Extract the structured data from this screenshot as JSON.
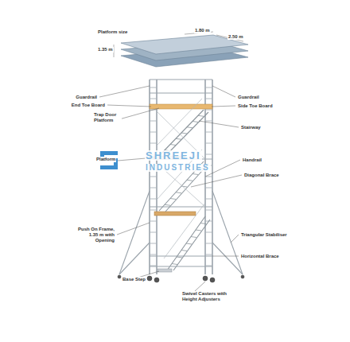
{
  "diagram": {
    "labels": [
      "Platform size",
      "1.80 m",
      "2.50 m",
      "1.35 m",
      "Guardrail",
      "End Toe Board",
      "Trap Door Platform",
      "Platform",
      "Push On Frame, 1.35 m with Opening",
      "Base Step",
      "Guardrail",
      "Side Toe Board",
      "Stairway",
      "Handrail",
      "Diagonal Brace",
      "Triangular Stabiliser",
      "Horizontal Brace",
      "Swivel Casters with Height Adjusters",
      "SHREEJI",
      "INDUSTRIES"
    ]
  }
}
